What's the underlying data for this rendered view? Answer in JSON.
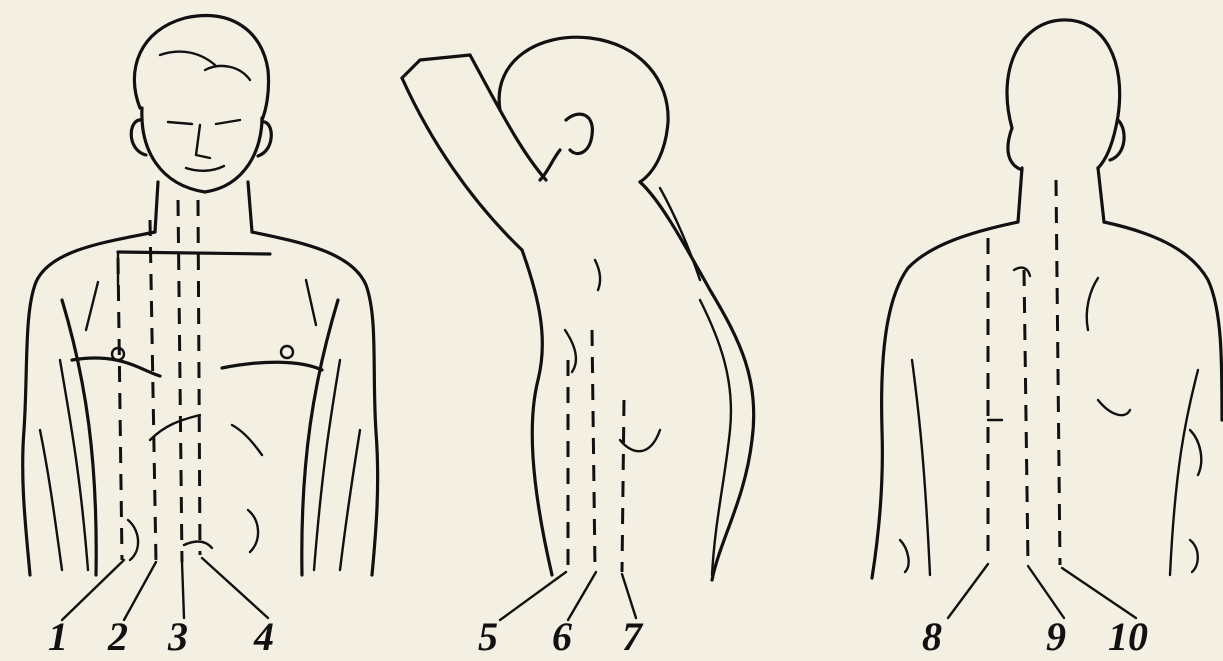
{
  "figure": {
    "front_view": {
      "labels": [
        "1",
        "2",
        "3",
        "4"
      ]
    },
    "side_view": {
      "labels": [
        "5",
        "6",
        "7"
      ]
    },
    "back_view": {
      "labels": [
        "8",
        "9",
        "10"
      ]
    }
  }
}
